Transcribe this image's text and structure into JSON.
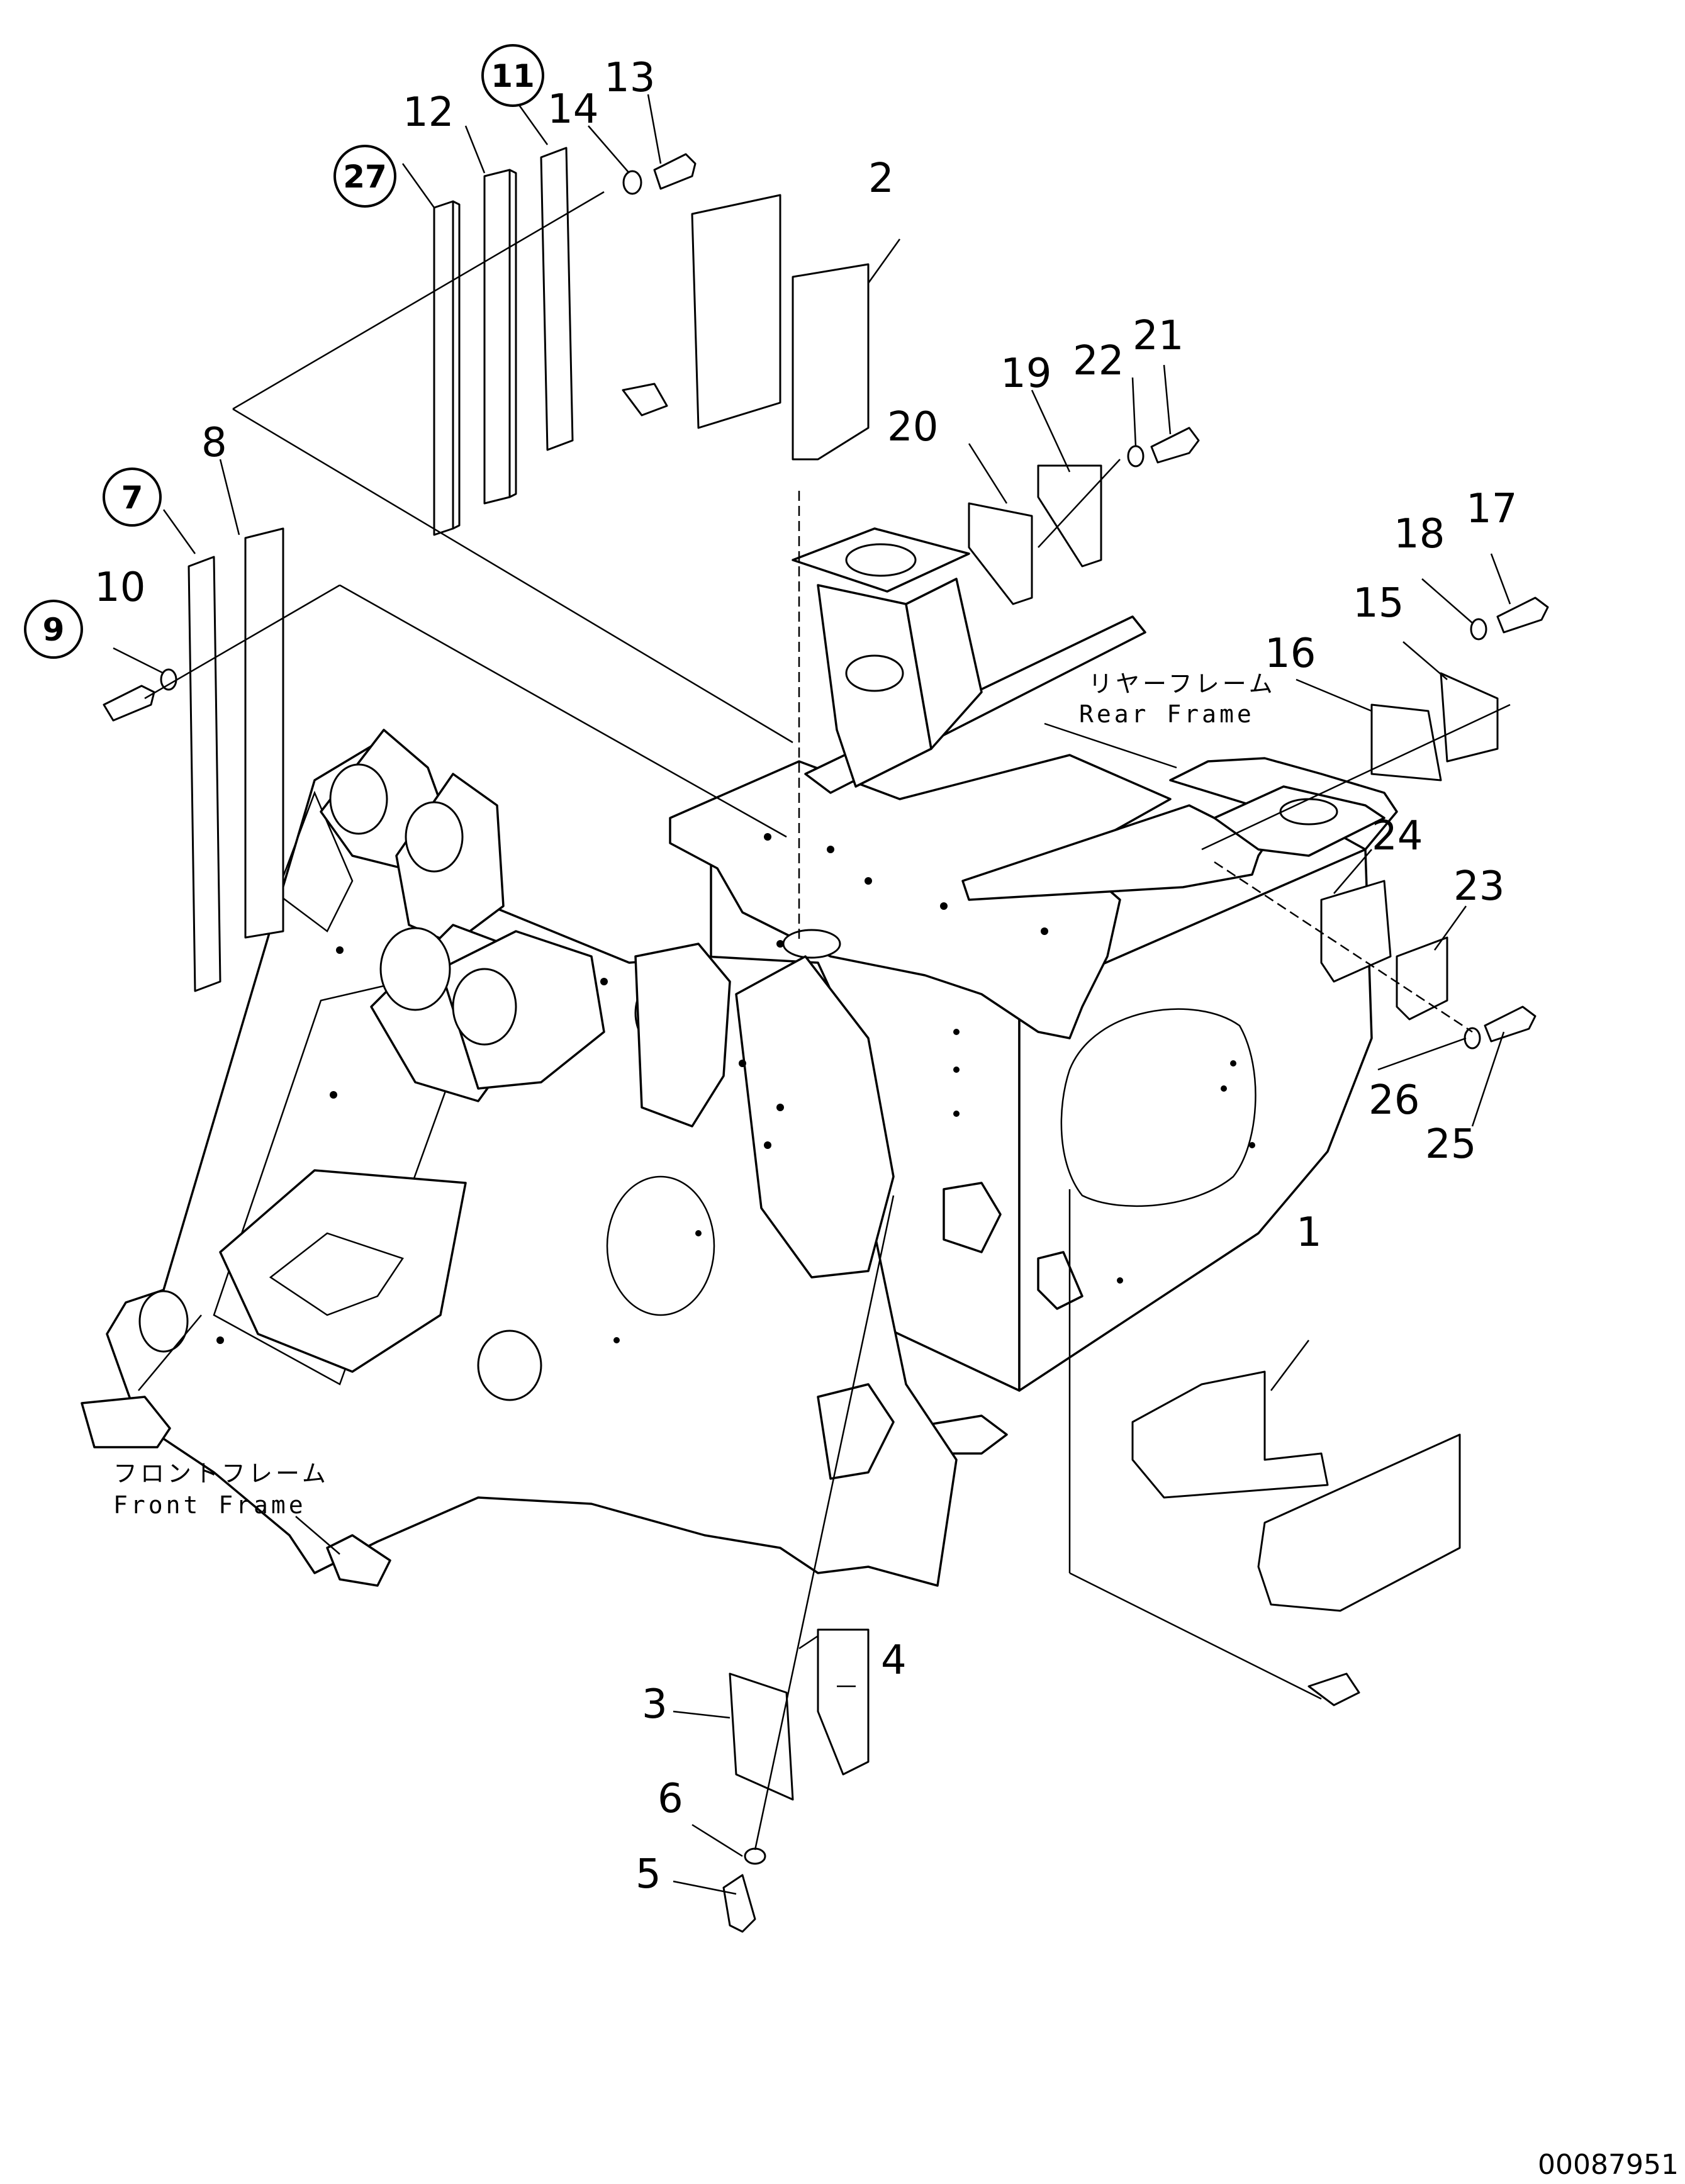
{
  "callouts": [
    {
      "id": "1",
      "label": "1",
      "circled": false
    },
    {
      "id": "2",
      "label": "2",
      "circled": false
    },
    {
      "id": "3",
      "label": "3",
      "circled": false
    },
    {
      "id": "4",
      "label": "4",
      "circled": false
    },
    {
      "id": "5",
      "label": "5",
      "circled": false
    },
    {
      "id": "6",
      "label": "6",
      "circled": false
    },
    {
      "id": "7",
      "label": "7",
      "circled": true
    },
    {
      "id": "8",
      "label": "8",
      "circled": false
    },
    {
      "id": "9",
      "label": "9",
      "circled": true
    },
    {
      "id": "10",
      "label": "10",
      "circled": false
    },
    {
      "id": "11",
      "label": "11",
      "circled": true
    },
    {
      "id": "12",
      "label": "12",
      "circled": false
    },
    {
      "id": "13",
      "label": "13",
      "circled": false
    },
    {
      "id": "14",
      "label": "14",
      "circled": false
    },
    {
      "id": "15",
      "label": "15",
      "circled": false
    },
    {
      "id": "16",
      "label": "16",
      "circled": false
    },
    {
      "id": "17",
      "label": "17",
      "circled": false
    },
    {
      "id": "18",
      "label": "18",
      "circled": false
    },
    {
      "id": "19",
      "label": "19",
      "circled": false
    },
    {
      "id": "20",
      "label": "20",
      "circled": false
    },
    {
      "id": "21",
      "label": "21",
      "circled": false
    },
    {
      "id": "22",
      "label": "22",
      "circled": false
    },
    {
      "id": "23",
      "label": "23",
      "circled": false
    },
    {
      "id": "24",
      "label": "24",
      "circled": false
    },
    {
      "id": "25",
      "label": "25",
      "circled": false
    },
    {
      "id": "26",
      "label": "26",
      "circled": false
    },
    {
      "id": "27",
      "label": "27",
      "circled": true
    }
  ],
  "frame_labels": {
    "rear_jp": "リヤーフレーム",
    "rear_en": "Rear Frame",
    "front_jp": "フロントフレーム",
    "front_en": "Front Frame"
  },
  "document_number": "00087951"
}
